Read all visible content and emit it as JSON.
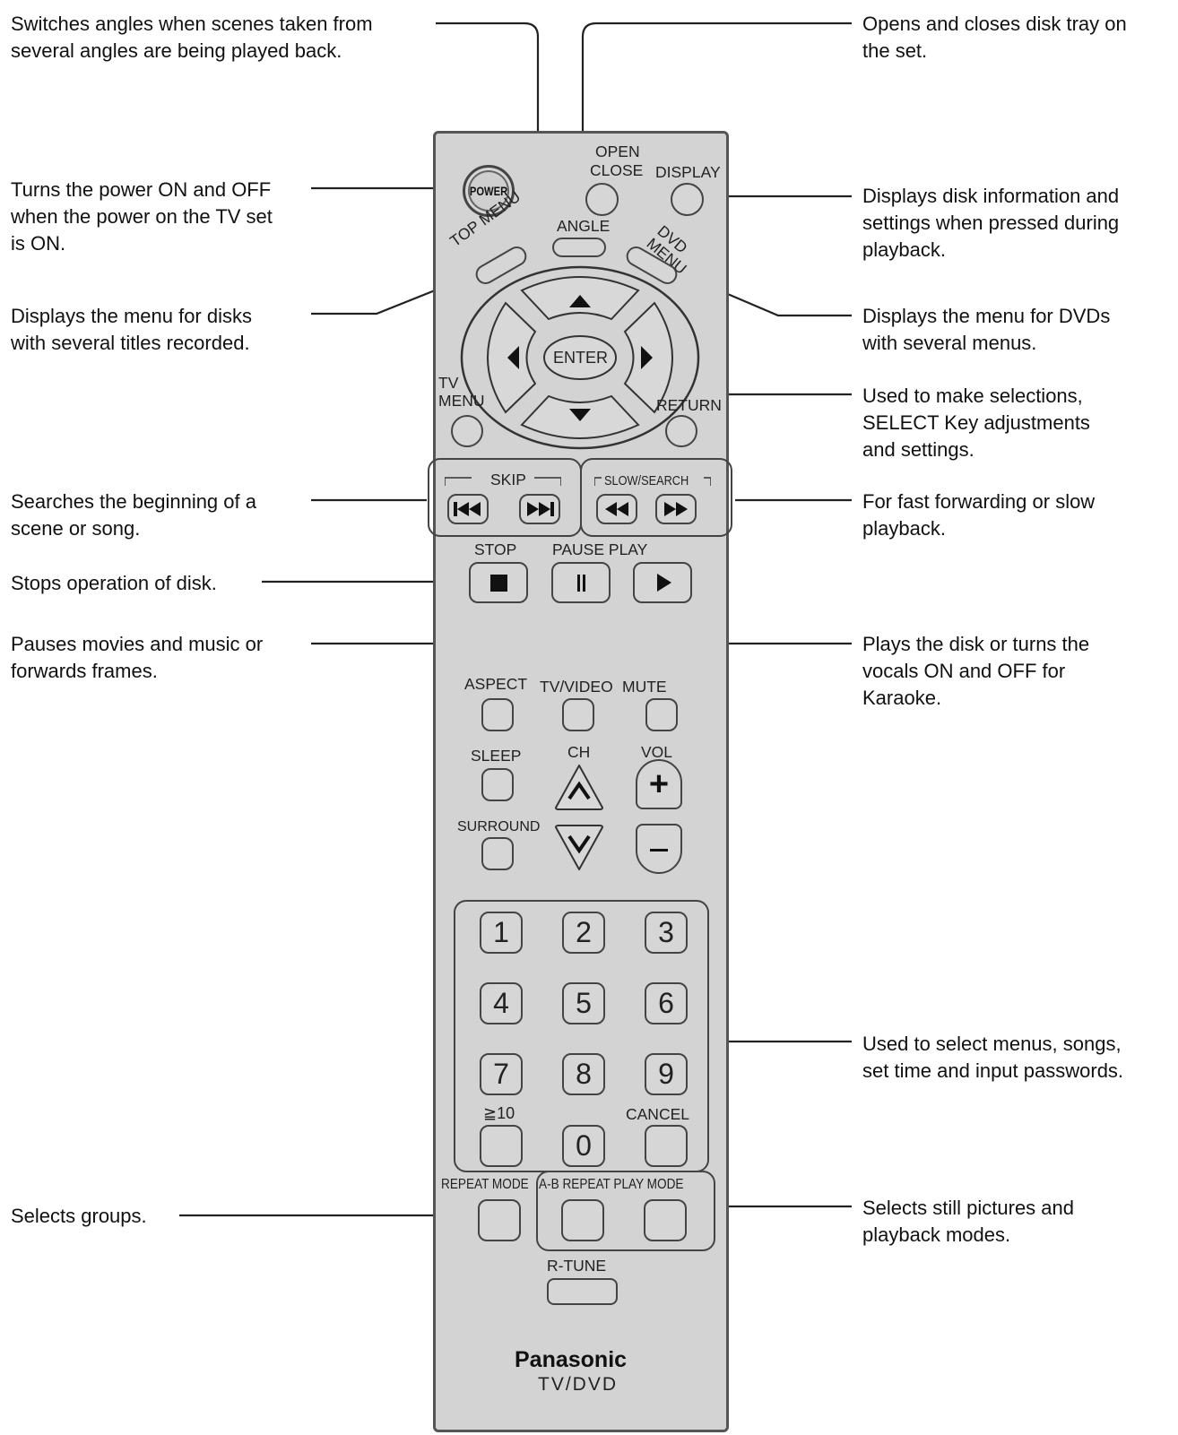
{
  "annotations": {
    "angle": "Switches angles when scenes taken from\nseveral angles are being played back.",
    "open_close": "Opens and closes disk tray on\nthe set.",
    "power": "Turns the power ON and OFF\nwhen the power on the TV set\nis ON.",
    "display": "Displays disk information and\nsettings when pressed during\nplayback.",
    "top_menu": "Displays the menu for disks\nwith several titles recorded.",
    "dvd_menu": "Displays the menu for DVDs\nwith several menus.",
    "select": "Used to make selections,\nSELECT Key adjustments\nand settings.",
    "skip": "Searches the beginning of a\nscene or song.",
    "slow_search": "For fast forwarding or slow\nplayback.",
    "stop": "Stops operation of disk.",
    "pause": "Pauses movies and music or\nforwards frames.",
    "play": "Plays the disk or turns the\nvocals ON and OFF for\nKaraoke.",
    "numbers": "Used to select menus, songs,\nset time and input passwords.",
    "repeat_mode": "Selects groups.",
    "play_mode": "Selects still pictures and\nplayback modes."
  },
  "remote": {
    "power": "POWER",
    "open": "OPEN",
    "close": "CLOSE",
    "display": "DISPLAY",
    "angle": "ANGLE",
    "top_menu": "TOP MENU",
    "dvd": "DVD",
    "menu": "MENU",
    "enter": "ENTER",
    "tv": "TV",
    "tv_menu": "MENU",
    "return": "RETURN",
    "skip": "SKIP",
    "slow_search": "SLOW/SEARCH",
    "stop": "STOP",
    "pause_play": "PAUSE PLAY",
    "aspect": "ASPECT",
    "tv_video": "TV/VIDEO",
    "mute": "MUTE",
    "sleep": "SLEEP",
    "ch": "CH",
    "vol": "VOL",
    "surround": "SURROUND",
    "numbers": [
      "1",
      "2",
      "3",
      "4",
      "5",
      "6",
      "7",
      "8",
      "9",
      "0"
    ],
    "ge10": "≧10",
    "cancel": "CANCEL",
    "repeat_mode": "REPEAT MODE",
    "ab_repeat_play_mode": "A-B REPEAT PLAY MODE",
    "r_tune": "R-TUNE",
    "brand": "Panasonic",
    "model": "TV/DVD"
  }
}
